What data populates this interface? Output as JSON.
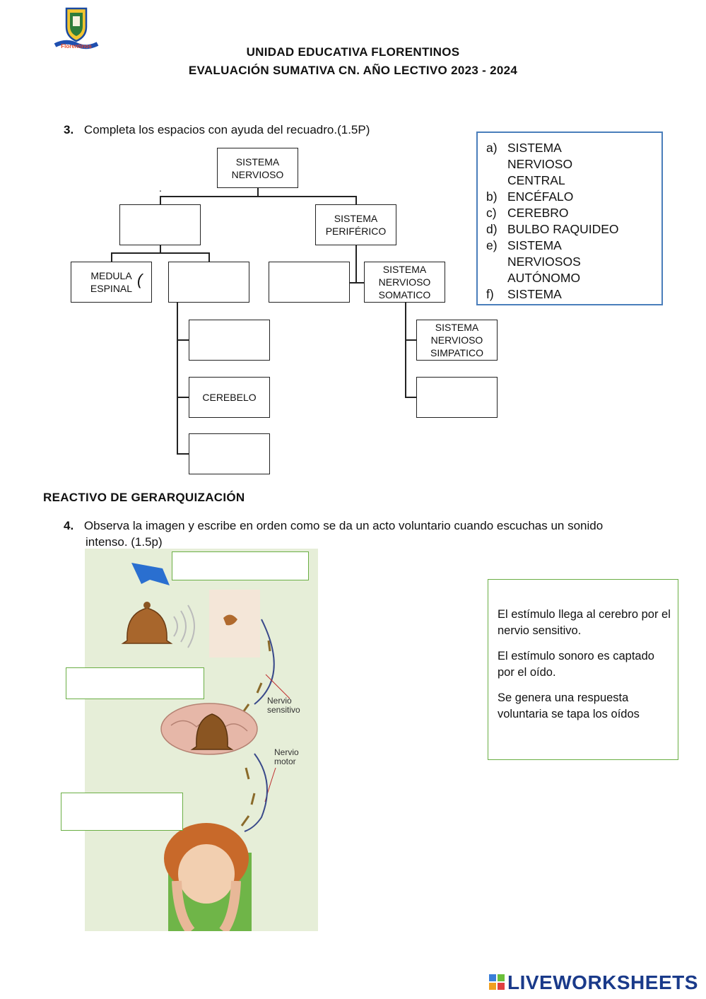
{
  "header": {
    "school": "UNIDAD EDUCATIVA FLORENTINOS",
    "exam": "EVALUACIÓN SUMATIVA CN. AÑO LECTIVO 2023 - 2024",
    "logo_text": "Florentinos"
  },
  "q3": {
    "number": "3.",
    "text": "Completa los espacios con ayuda del recuadro.(1.5P)",
    "dot": ".",
    "tree": {
      "root": [
        "SISTEMA",
        "NERVIOSO"
      ],
      "peripheral": [
        "SISTEMA",
        "PERIFÉRICO"
      ],
      "medula": [
        "MEDULA",
        "ESPINAL"
      ],
      "mark": "(",
      "somatico": [
        "SISTEMA",
        "NERVIOSO",
        "SOMATICO"
      ],
      "simpatico": [
        "SISTEMA",
        "NERVIOSO",
        "SIMPATICO"
      ],
      "cerebelo": "CEREBELO"
    },
    "legend": [
      {
        "letter": "a)",
        "lines": [
          "SISTEMA",
          "NERVIOSO",
          "CENTRAL"
        ]
      },
      {
        "letter": "b)",
        "lines": [
          "ENCÉFALO"
        ]
      },
      {
        "letter": "c)",
        "lines": [
          "CEREBRO"
        ]
      },
      {
        "letter": "d)",
        "lines": [
          "BULBO RAQUIDEO"
        ]
      },
      {
        "letter": "e)",
        "lines": [
          "SISTEMA",
          "NERVIOSOS",
          "AUTÓNOMO"
        ]
      },
      {
        "letter": "f)",
        "lines": [
          "SISTEMA"
        ]
      }
    ]
  },
  "section": "REACTIVO DE GERARQUIZACIÓN",
  "q4": {
    "number": "4.",
    "text_line1": "Observa la imagen y escribe en orden como se da un acto voluntario cuando escuchas un sonido",
    "text_line2": "intenso. (1.5p)",
    "illustration": {
      "label_sensory_1": "Nervio",
      "label_sensory_2": "sensitivo",
      "label_motor_1": "Nervio",
      "label_motor_2": "motor"
    },
    "statements": [
      "El estímulo llega al cerebro por el nervio sensitivo.",
      "El estímulo sonoro es captado por el oído.",
      "Se genera una respuesta voluntaria se tapa los oídos"
    ]
  },
  "footer": {
    "brand": "LIVEWORKSHEETS"
  }
}
